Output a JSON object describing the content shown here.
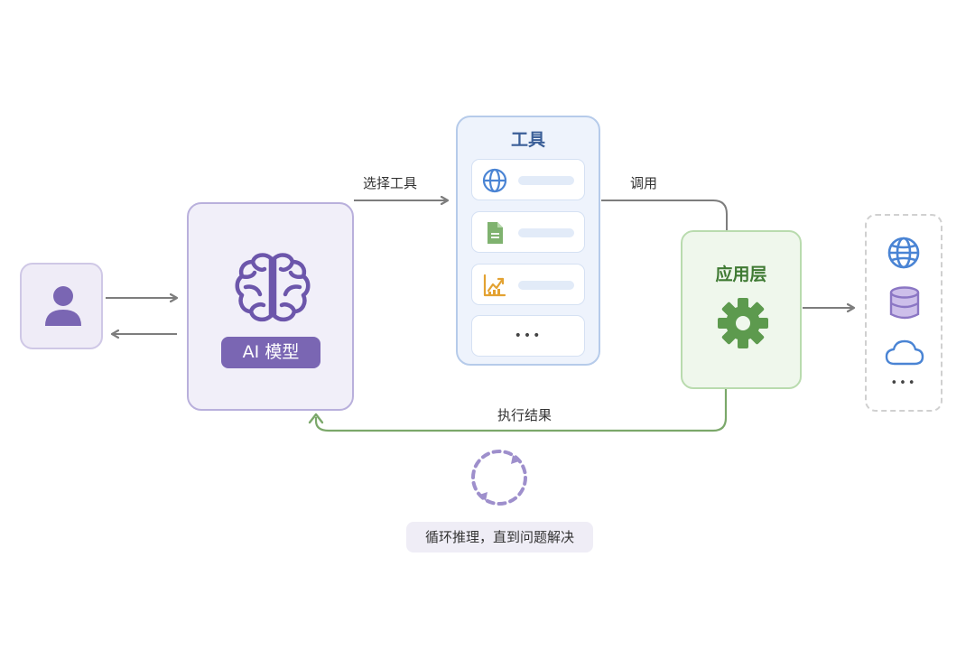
{
  "ai_model": {
    "label": "AI 模型"
  },
  "tools": {
    "title": "工具",
    "more": "•••"
  },
  "app_layer": {
    "title": "应用层"
  },
  "resources": {
    "more": "•••"
  },
  "edges": {
    "select_tool": "选择工具",
    "invoke": "调用",
    "exec_result": "执行结果"
  },
  "loop": {
    "label": "循环推理，直到问题解决"
  },
  "colors": {
    "ai_purple": "#7a66b3",
    "tool_blue": "#4a84d4",
    "app_green": "#5d9a4e",
    "result_line_green": "#7ba86a",
    "arrow_gray": "#7d7d7d"
  },
  "icons": {
    "user": "user-icon",
    "brain": "brain-icon",
    "globe": "globe-icon",
    "document": "document-icon",
    "chart": "chart-icon",
    "gear": "gear-icon",
    "database": "database-icon",
    "cloud": "cloud-icon",
    "loop": "loop-icon"
  }
}
